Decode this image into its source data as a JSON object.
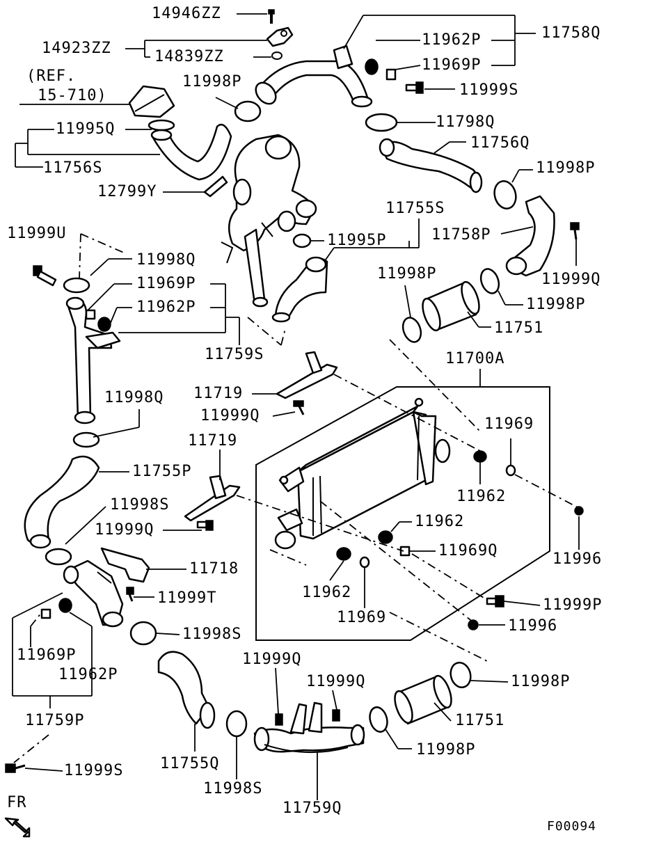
{
  "diagram_code": "F00094",
  "direction_label": "FR",
  "labels": {
    "l_14946ZZ": "14946ZZ",
    "l_14923ZZ": "14923ZZ",
    "l_14839ZZ": "14839ZZ",
    "l_ref": "(REF.",
    "l_ref2": "15-710)",
    "l_11998P_a": "11998P",
    "l_11995Q": "11995Q",
    "l_11756S": "11756S",
    "l_12799Y": "12799Y",
    "l_11962P_a": "11962P",
    "l_11969P_a": "11969P",
    "l_11758Q": "11758Q",
    "l_11999S_a": "11999S",
    "l_11798Q": "11798Q",
    "l_11756Q": "11756Q",
    "l_11998P_b": "11998P",
    "l_11755S": "11755S",
    "l_11758P": "11758P",
    "l_11995P": "11995P",
    "l_11999Q_a": "11999Q",
    "l_11999U": "11999U",
    "l_11998Q_a": "11998Q",
    "l_11969P_b": "11969P",
    "l_11962P_b": "11962P",
    "l_11759S": "11759S",
    "l_11998P_c": "11998P",
    "l_11998P_d": "11998P",
    "l_11751_a": "11751",
    "l_11700A": "11700A",
    "l_11998Q_b": "11998Q",
    "l_11719_a": "11719",
    "l_11999Q_b": "11999Q",
    "l_11719_b": "11719",
    "l_11755P": "11755P",
    "l_11969_a": "11969",
    "l_11962_a": "11962",
    "l_11998S_a": "11998S",
    "l_11999Q_c": "11999Q",
    "l_11962_b": "11962",
    "l_11969Q": "11969Q",
    "l_11996_a": "11996",
    "l_11718": "11718",
    "l_11999T": "11999T",
    "l_11962_c": "11962",
    "l_11999P": "11999P",
    "l_11969_b": "11969",
    "l_11996_b": "11996",
    "l_11998S_b": "11998S",
    "l_11969P_c": "11969P",
    "l_11962P_c": "11962P",
    "l_11759P": "11759P",
    "l_11999Q_d": "11999Q",
    "l_11999Q_e": "11999Q",
    "l_11998P_e": "11998P",
    "l_11751_b": "11751",
    "l_11998P_f": "11998P",
    "l_11999S_b": "11999S",
    "l_11755Q": "11755Q",
    "l_11998S_c": "11998S",
    "l_11759Q": "11759Q"
  }
}
